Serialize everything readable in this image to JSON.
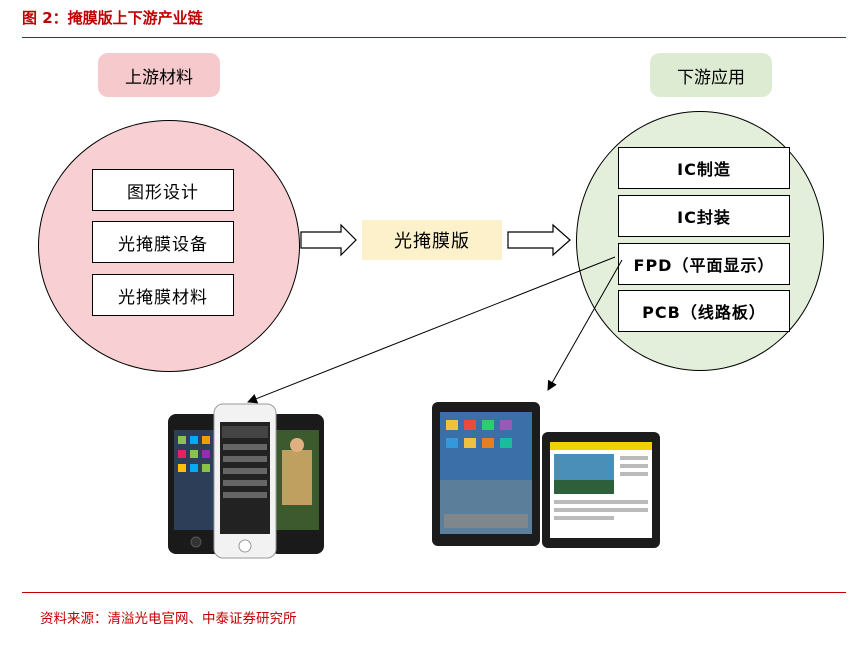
{
  "figure": {
    "title": "图 2：掩膜版上下游产业链",
    "source": "资料来源：清溢光电官网、中泰证券研究所"
  },
  "upstream": {
    "label": "上游材料",
    "items": [
      "图形设计",
      "光掩膜设备",
      "光掩膜材料"
    ]
  },
  "center": {
    "label": "光掩膜版"
  },
  "downstream": {
    "label": "下游应用",
    "items": [
      "IC制造",
      "IC封装",
      "FPD（平面显示）",
      "PCB（线路板）"
    ]
  },
  "images": [
    "smartphones-image",
    "tablets-image"
  ],
  "colors": {
    "accent": "#c00000",
    "upstream_fill": "#f8d0d3",
    "downstream_fill": "#e3efda",
    "center_fill": "#fdf1cc"
  }
}
